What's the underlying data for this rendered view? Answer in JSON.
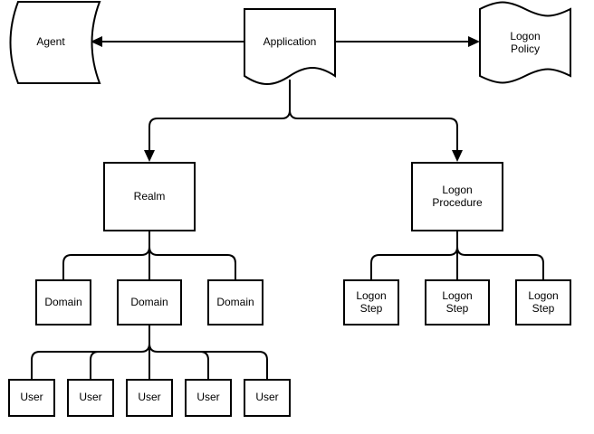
{
  "nodes": {
    "agent": {
      "lines": [
        "Agent"
      ]
    },
    "application": {
      "lines": [
        "Application"
      ]
    },
    "logon_policy": {
      "lines": [
        "Logon",
        "Policy"
      ]
    },
    "realm": {
      "lines": [
        "Realm"
      ]
    },
    "logon_procedure": {
      "lines": [
        "Logon",
        "Procedure"
      ]
    },
    "domain_1": {
      "lines": [
        "Domain"
      ]
    },
    "domain_2": {
      "lines": [
        "Domain"
      ]
    },
    "domain_3": {
      "lines": [
        "Domain"
      ]
    },
    "logon_step_1": {
      "lines": [
        "Logon",
        "Step"
      ]
    },
    "logon_step_2": {
      "lines": [
        "Logon",
        "Step"
      ]
    },
    "logon_step_3": {
      "lines": [
        "Logon",
        "Step"
      ]
    },
    "user_1": {
      "lines": [
        "User"
      ]
    },
    "user_2": {
      "lines": [
        "User"
      ]
    },
    "user_3": {
      "lines": [
        "User"
      ]
    },
    "user_4": {
      "lines": [
        "User"
      ]
    },
    "user_5": {
      "lines": [
        "User"
      ]
    }
  },
  "edges": [
    {
      "from": "application",
      "to": "agent",
      "arrow": true
    },
    {
      "from": "application",
      "to": "logon_policy",
      "arrow": true
    },
    {
      "from": "application",
      "to": "realm",
      "arrow": true
    },
    {
      "from": "application",
      "to": "logon_procedure",
      "arrow": true
    },
    {
      "from": "realm",
      "to": "domain_1",
      "arrow": false
    },
    {
      "from": "realm",
      "to": "domain_2",
      "arrow": false
    },
    {
      "from": "realm",
      "to": "domain_3",
      "arrow": false
    },
    {
      "from": "logon_procedure",
      "to": "logon_step_1",
      "arrow": false
    },
    {
      "from": "logon_procedure",
      "to": "logon_step_2",
      "arrow": false
    },
    {
      "from": "logon_procedure",
      "to": "logon_step_3",
      "arrow": false
    },
    {
      "from": "domain_2",
      "to": "user_1",
      "arrow": false
    },
    {
      "from": "domain_2",
      "to": "user_2",
      "arrow": false
    },
    {
      "from": "domain_2",
      "to": "user_3",
      "arrow": false
    },
    {
      "from": "domain_2",
      "to": "user_4",
      "arrow": false
    },
    {
      "from": "domain_2",
      "to": "user_5",
      "arrow": false
    }
  ]
}
